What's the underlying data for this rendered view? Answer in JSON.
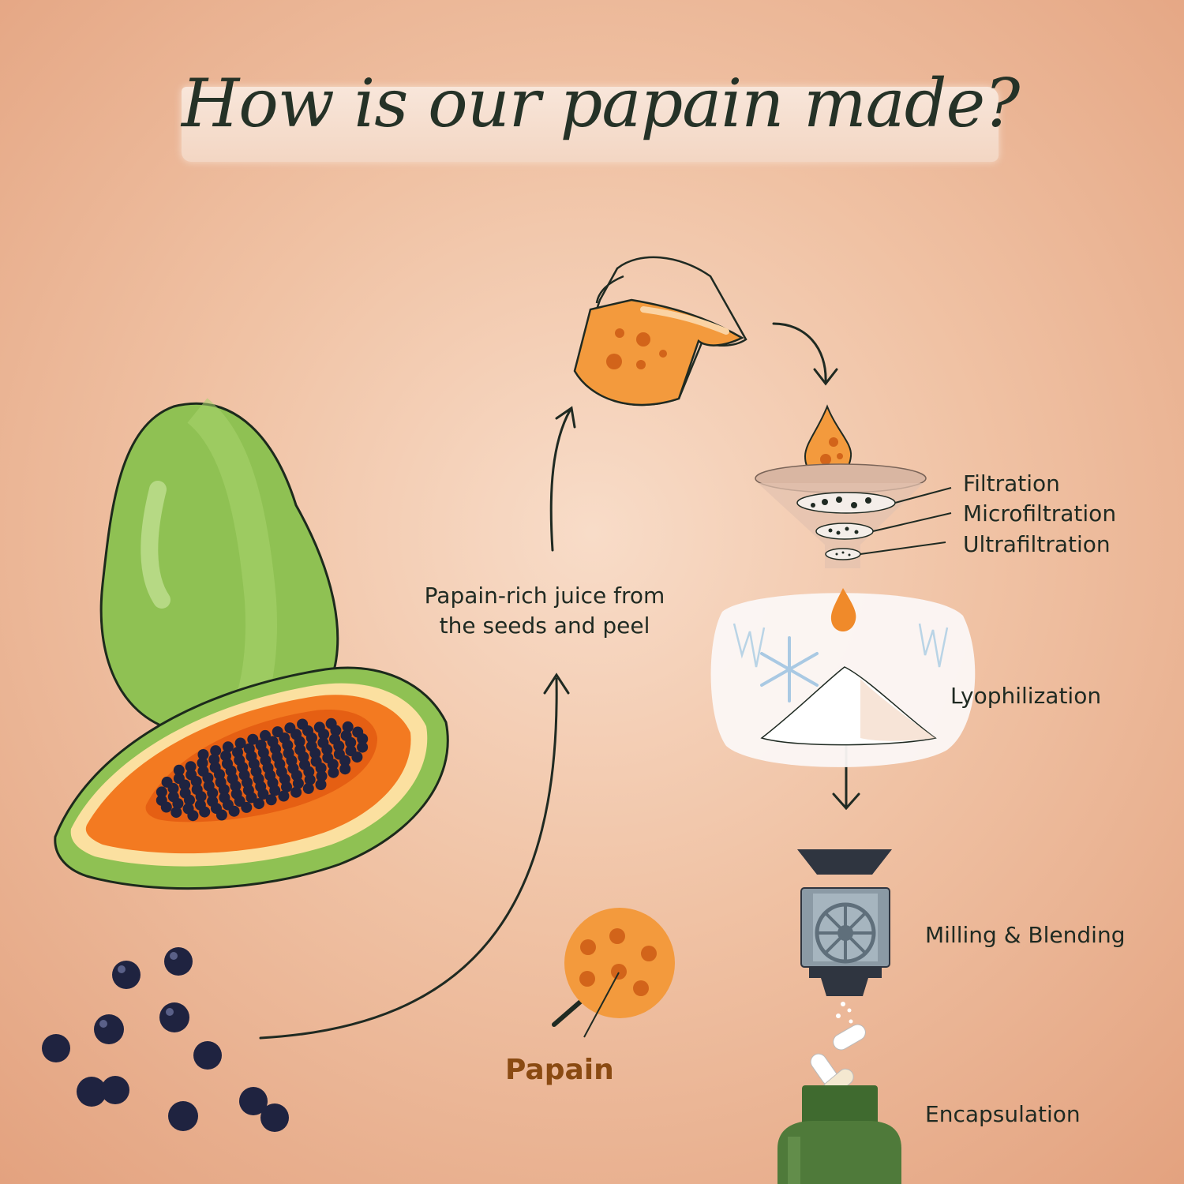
{
  "title": "How is our papain made?",
  "juice_caption": {
    "line1": "Papain-rich juice from",
    "line2": "the seeds and peel"
  },
  "papain_label": "Papain",
  "filtration_steps": [
    "Filtration",
    "Microfiltration",
    "Ultrafiltration"
  ],
  "steps": {
    "lyophilization": "Lyophilization",
    "milling": "Milling & Blending",
    "encapsulation": "Encapsulation"
  },
  "colors": {
    "background": "#f0c2a4",
    "papaya_green": "#8fc153",
    "papaya_orange": "#f37a21",
    "juice_orange": "#f39a3d",
    "seed": "#1f2340",
    "bottle": "#4f7a3a",
    "ink": "#253227"
  }
}
